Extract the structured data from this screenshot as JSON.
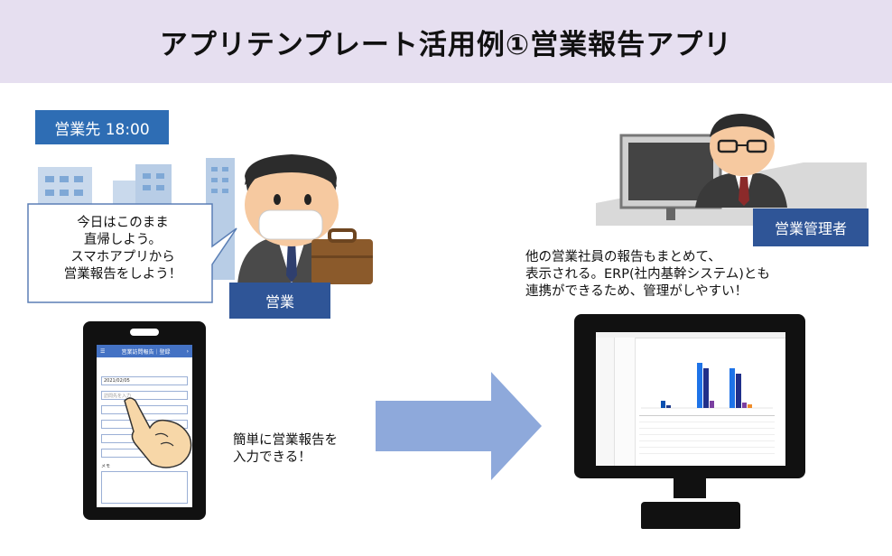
{
  "title": "アプリテンプレート活用例①営業報告アプリ",
  "location_label": "営業先 18:00",
  "speech_bubble": [
    "今日はこのまま",
    "直帰しよう。",
    "スマホアプリから",
    "営業報告をしよう！"
  ],
  "sales_label": "営業",
  "manager_label": "営業管理者",
  "manager_description": [
    "他の営業社員の報告もまとめて、",
    "表示される。ERP(社内基幹システム)とも",
    "連携ができるため、管理がしやすい！"
  ],
  "phone_caption": [
    "簡単に営業報告を",
    "入力できる！"
  ],
  "phone_app": {
    "header_title": "営業訪問報告｜登録",
    "field_value": "2021/02/05",
    "field_placeholder": "訪問先を入力",
    "memo_label": "メモ"
  },
  "colors": {
    "header_bg": "#e6dff0",
    "blue_label": "#2e6db4",
    "dark_label": "#2f5597",
    "arrow": "#8ea9db",
    "phone_header": "#4472c4"
  }
}
